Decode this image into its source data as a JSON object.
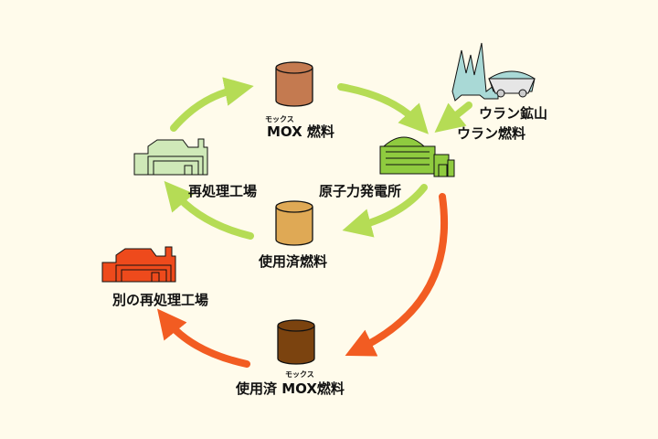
{
  "nodes": {
    "mox_fuel": {
      "ruby": "モックス",
      "label": "MOX 燃料"
    },
    "uranium_mine": {
      "label": "ウラン鉱山"
    },
    "uranium_fuel": {
      "label": "ウラン燃料"
    },
    "power_plant": {
      "label": "原子力発電所"
    },
    "reprocessing": {
      "label": "再処理工場"
    },
    "spent_fuel": {
      "label": "使用済燃料"
    },
    "other_reprocessing": {
      "label": "別の再処理工場"
    },
    "spent_mox": {
      "ruby": "モックス",
      "label": "使用済 MOX燃料"
    }
  },
  "colors": {
    "background": "#fffbeb",
    "green_arrow": "#b5dc55",
    "orange_arrow": "#f25c22",
    "mox_drum": "#c47a50",
    "spent_drum": "#dfa955",
    "spent_mox_drum": "#7b430f",
    "plant": "#8fcb3f",
    "reprocessing": "#cfe9b8",
    "other_reprocessing": "#ee4a1c",
    "mine": "#a9d9d6"
  }
}
